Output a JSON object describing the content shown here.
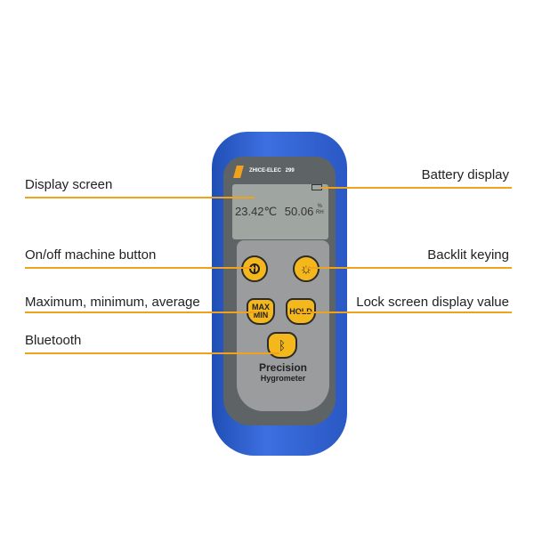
{
  "device": {
    "brand": "ZHICE-ELEC",
    "model": "299",
    "temperature": "23.42℃",
    "humidity": "50.06",
    "humidity_unit_top": "%",
    "humidity_unit_bottom": "RH",
    "name_line1": "Precision",
    "name_line2": "Hygrometer",
    "buttons": {
      "max_min_line1": "MAX",
      "max_min_line2": "MIN",
      "hold": "HOLD"
    }
  },
  "callouts": {
    "display_screen": "Display screen",
    "battery_display": "Battery display",
    "onoff": "On/off machine button",
    "backlit": "Backlit keying",
    "maxmin": "Maximum, minimum, average",
    "lock": "Lock screen display value",
    "bluetooth": "Bluetooth"
  },
  "colors": {
    "accent": "#f0a21c",
    "body": "#2a58c4",
    "button": "#f4b81c"
  }
}
